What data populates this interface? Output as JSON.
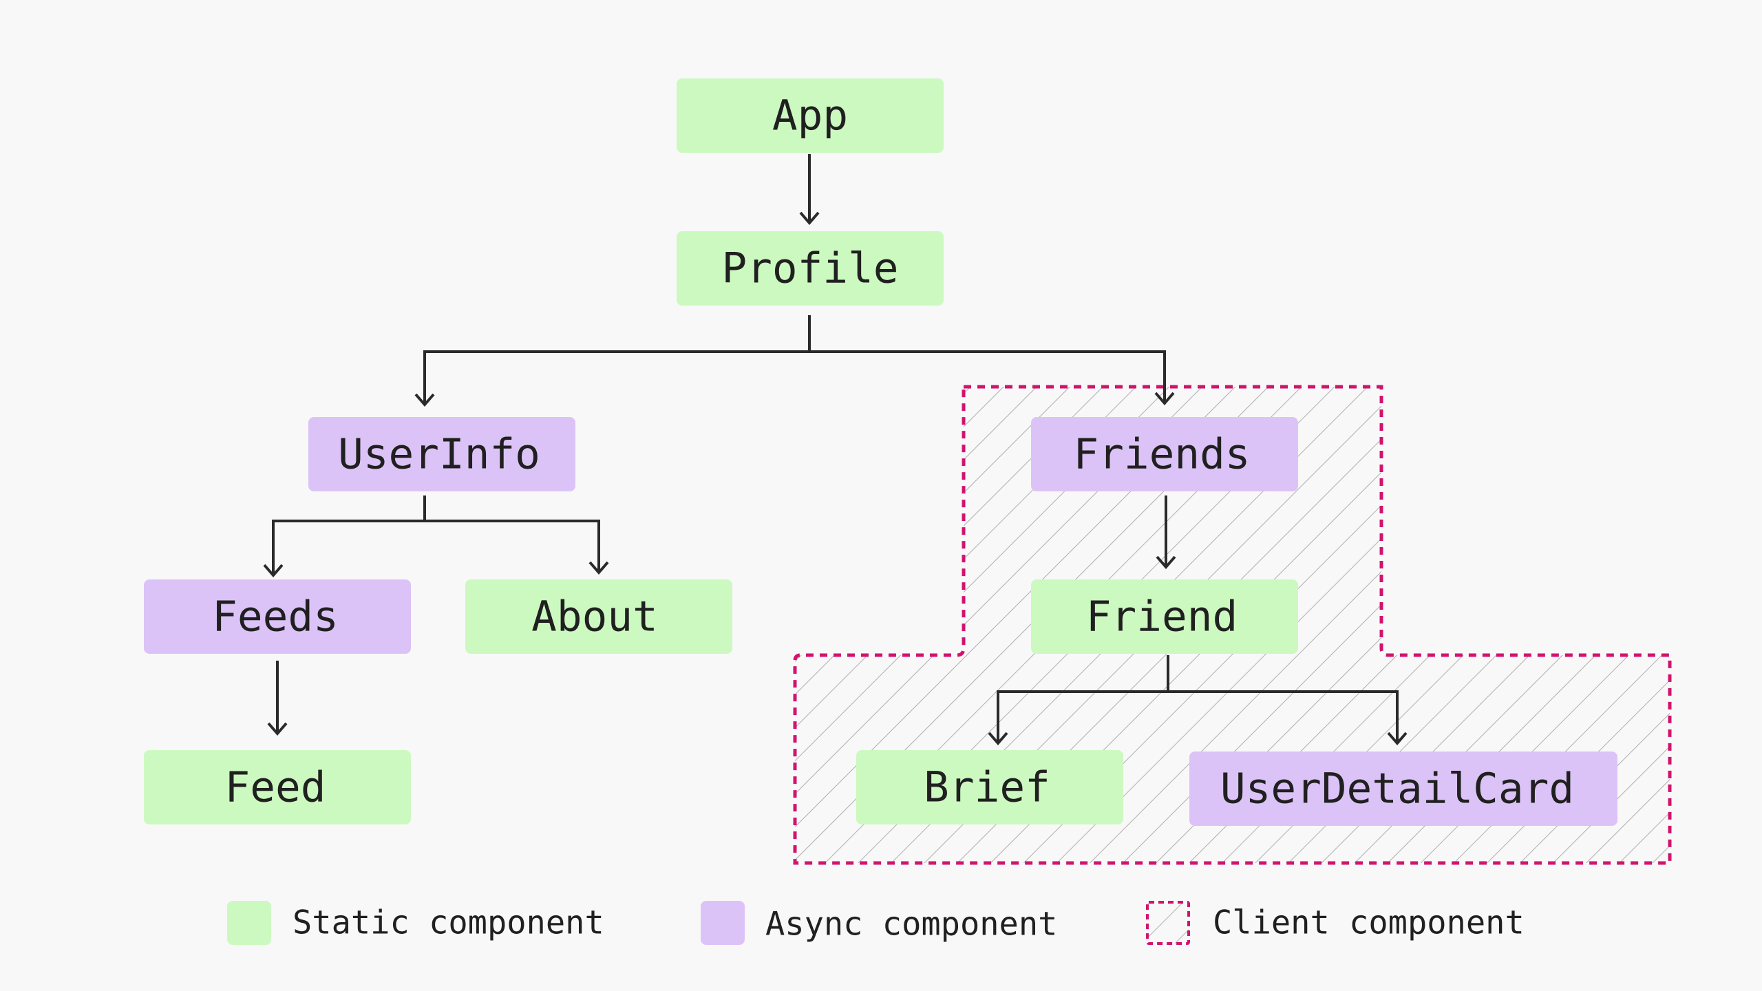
{
  "colors": {
    "static": "#ccf9c0",
    "async": "#dcc3f7",
    "client_border": "#d1136f",
    "hatch": "#9a9a9a",
    "line": "#2a2a2a",
    "background": "#f8f8f8"
  },
  "nodes": {
    "app": {
      "label": "App",
      "kind": "static"
    },
    "profile": {
      "label": "Profile",
      "kind": "static"
    },
    "userinfo": {
      "label": "UserInfo",
      "kind": "async"
    },
    "friends": {
      "label": "Friends",
      "kind": "async"
    },
    "feeds": {
      "label": "Feeds",
      "kind": "async"
    },
    "about": {
      "label": "About",
      "kind": "static"
    },
    "friend": {
      "label": "Friend",
      "kind": "static"
    },
    "feed": {
      "label": "Feed",
      "kind": "static"
    },
    "brief": {
      "label": "Brief",
      "kind": "static"
    },
    "userdetailcard": {
      "label": "UserDetailCard",
      "kind": "async"
    }
  },
  "edges": [
    {
      "from": "App",
      "to": "Profile"
    },
    {
      "from": "Profile",
      "to": "UserInfo"
    },
    {
      "from": "Profile",
      "to": "Friends"
    },
    {
      "from": "UserInfo",
      "to": "Feeds"
    },
    {
      "from": "UserInfo",
      "to": "About"
    },
    {
      "from": "Feeds",
      "to": "Feed"
    },
    {
      "from": "Friends",
      "to": "Friend"
    },
    {
      "from": "Friend",
      "to": "Brief"
    },
    {
      "from": "Friend",
      "to": "UserDetailCard"
    }
  ],
  "legend": {
    "static_label": "Static component",
    "async_label": "Async component",
    "client_label": "Client component"
  }
}
